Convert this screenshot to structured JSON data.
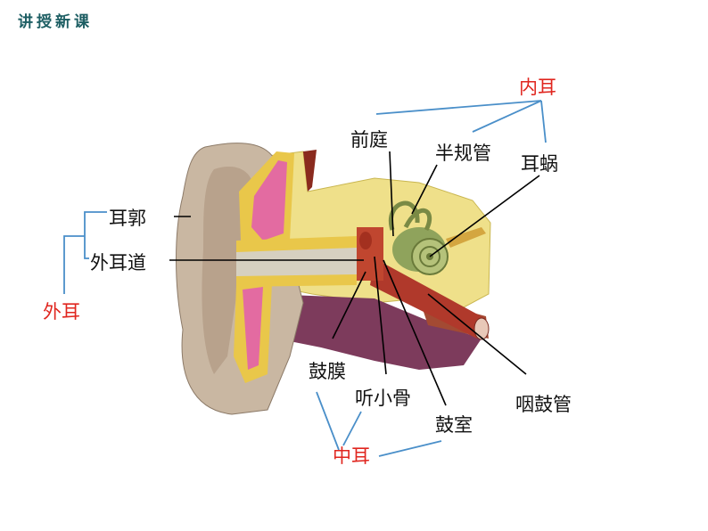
{
  "header": {
    "title": "讲授新课"
  },
  "diagram": {
    "groups": {
      "inner_ear": "内耳",
      "outer_ear": "外耳",
      "middle_ear": "中耳"
    },
    "parts": {
      "vestibule": "前庭",
      "semicircular_canals": "半规管",
      "cochlea": "耳蜗",
      "auricle": "耳郭",
      "ear_canal": "外耳道",
      "eardrum": "鼓膜",
      "ossicles": "听小骨",
      "tympanic_cavity": "鼓室",
      "eustachian_tube": "咽鼓管"
    },
    "colors": {
      "group_label": "#e0261f",
      "bracket": "#4a8fc9",
      "header": "#1d5e63"
    }
  }
}
